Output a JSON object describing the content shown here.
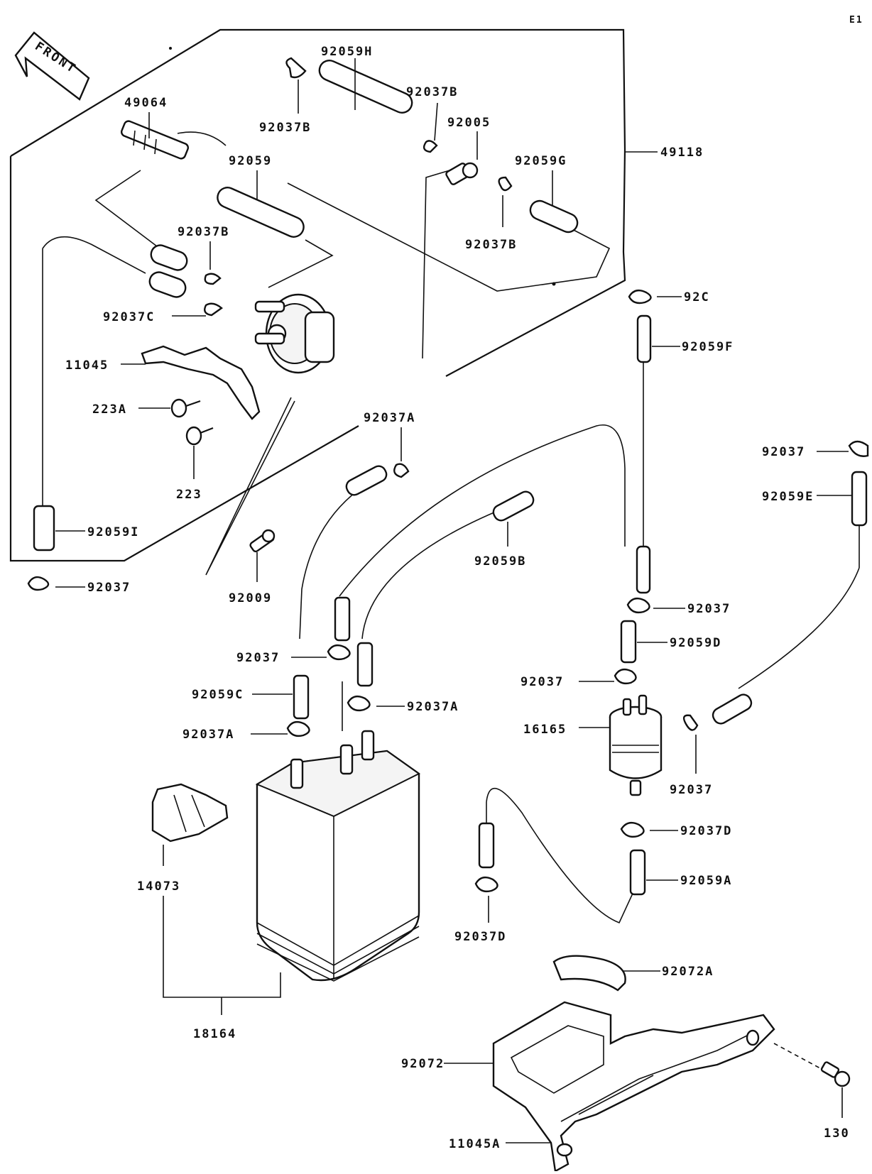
{
  "diagram": {
    "corner_code": "E1",
    "front_label": "FRONT",
    "assembly_label": "49118",
    "labels": {
      "l49064": "49064",
      "l92059H": "92059H",
      "l92037B_top": "92037B",
      "l92037B_left": "92037B",
      "l92005": "92005",
      "l92059G": "92059G",
      "l92037B_right": "92037B",
      "l92059": "92059",
      "l92037B_mid": "92037B",
      "l92037C": "92037C",
      "l11045": "11045",
      "l223A": "223A",
      "l223": "223",
      "l92059I": "92059I",
      "l92037_left": "92037",
      "l92009": "92009",
      "l920_trunc": "92C",
      "l92059F": "92059F",
      "l92037A_top": "92037A",
      "l92059B": "92059B",
      "l92037_fr": "92037",
      "l92059E": "92059E",
      "l92037_mid": "92037",
      "l92059D": "92059D",
      "l92037_c": "92037",
      "l92037_r2": "92037",
      "l92059C": "92059C",
      "l92037A_mid": "92037A",
      "l92037A_low": "92037A",
      "l16165": "16165",
      "l92037_bot": "92037",
      "l92037D_r": "92037D",
      "l92059A": "92059A",
      "l14073": "14073",
      "l92037D_b": "92037D",
      "l92072A": "92072A",
      "l18164": "18164",
      "l92072": "92072",
      "l130": "130",
      "l11045A": "11045A"
    }
  }
}
